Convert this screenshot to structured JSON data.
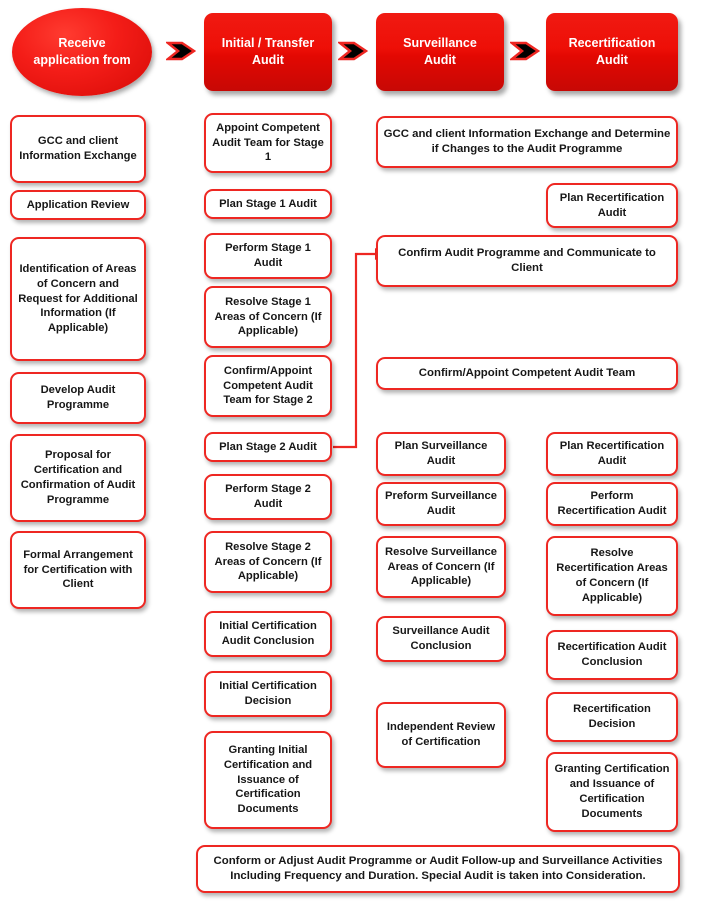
{
  "diagram": {
    "title": "Certification Audit Programme Flowchart",
    "accent_color": "#ee2722",
    "header_fill": "#ee0f07",
    "arrow_fill": "#000000",
    "arrow_stroke": "#ee2722",
    "box_text_color": "#171717",
    "header_text_color": "#ffffff"
  },
  "header": {
    "start": {
      "label": "Receive\napplication from",
      "line1": "Receive",
      "line2": "application from"
    },
    "stages": [
      {
        "name": "initial-transfer-audit",
        "line1": "Initial / Transfer",
        "line2": "Audit"
      },
      {
        "name": "surveillance-audit",
        "line1": "Surveillance",
        "line2": "Audit"
      },
      {
        "name": "recertification-audit",
        "line1": "Recertification",
        "line2": "Audit"
      }
    ],
    "arrow_icons": [
      "arrow-right-icon",
      "arrow-right-icon",
      "arrow-right-icon"
    ]
  },
  "columns": {
    "application": {
      "name": "application-column",
      "steps": [
        {
          "id": "gcc-client-information-exchange",
          "label": "GCC and client Information Exchange"
        },
        {
          "id": "application-review",
          "label": "Application Review"
        },
        {
          "id": "identification-areas-of-concern",
          "label": "Identification of Areas of Concern and Request for Additional Information (If Applicable)"
        },
        {
          "id": "develop-audit-programme",
          "label": "Develop Audit Programme"
        },
        {
          "id": "proposal-for-certification",
          "label": "Proposal for Certification and Confirmation of Audit Programme"
        },
        {
          "id": "formal-arrangement-for-certification",
          "label": "Formal Arrangement for Certification with Client"
        }
      ]
    },
    "initial_transfer": {
      "name": "initial-transfer-column",
      "steps": [
        {
          "id": "appoint-competent-audit-team-stage1",
          "label": "Appoint Competent Audit Team for Stage 1"
        },
        {
          "id": "plan-stage-1-audit",
          "label": "Plan Stage 1 Audit"
        },
        {
          "id": "perform-stage-1-audit",
          "label": "Perform Stage 1 Audit"
        },
        {
          "id": "resolve-stage-1-areas-of-concern",
          "label": "Resolve Stage 1 Areas of Concern (If Applicable)"
        },
        {
          "id": "confirm-appoint-competent-audit-team-stage2",
          "label": "Confirm/Appoint Competent Audit Team for Stage 2"
        },
        {
          "id": "plan-stage-2-audit",
          "label": "Plan Stage 2 Audit"
        },
        {
          "id": "perform-stage-2-audit",
          "label": "Perform Stage 2 Audit"
        },
        {
          "id": "resolve-stage-2-areas-of-concern",
          "label": "Resolve Stage 2 Areas of Concern (If Applicable)"
        },
        {
          "id": "initial-certification-audit-conclusion",
          "label": "Initial Certification Audit Conclusion"
        },
        {
          "id": "initial-certification-decision",
          "label": "Initial Certification Decision"
        },
        {
          "id": "granting-initial-certification",
          "label": "Granting Initial Certification and Issuance of Certification Documents"
        }
      ]
    },
    "shared": {
      "name": "shared-steps",
      "steps": [
        {
          "id": "gcc-client-info-exchange-changes",
          "label": "GCC and client Information Exchange and Determine if Changes to the Audit Programme"
        },
        {
          "id": "plan-recertification-audit-top",
          "label": "Plan Recertification Audit"
        },
        {
          "id": "confirm-audit-programme-communicate",
          "label": "Confirm Audit Programme and Communicate to Client"
        },
        {
          "id": "confirm-appoint-competent-audit-team",
          "label": "Confirm/Appoint Competent Audit Team"
        }
      ]
    },
    "surveillance": {
      "name": "surveillance-column",
      "steps": [
        {
          "id": "plan-surveillance-audit",
          "label": "Plan Surveillance Audit"
        },
        {
          "id": "preform-surveillance-audit",
          "label": "Preform Surveillance Audit"
        },
        {
          "id": "resolve-surveillance-areas-of-concern",
          "label": "Resolve Surveillance Areas of Concern (If Applicable)"
        },
        {
          "id": "surveillance-audit-conclusion",
          "label": "Surveillance Audit Conclusion"
        },
        {
          "id": "independent-review-of-certification",
          "label": "Independent Review of Certification"
        }
      ]
    },
    "recertification": {
      "name": "recertification-column",
      "steps": [
        {
          "id": "plan-recertification-audit",
          "label": "Plan Recertification Audit"
        },
        {
          "id": "perform-recertification-audit",
          "label": "Perform Recertification Audit"
        },
        {
          "id": "resolve-recertification-areas-of-concern",
          "label": "Resolve Recertification Areas of Concern (If Applicable)"
        },
        {
          "id": "recertification-audit-conclusion",
          "label": "Recertification Audit Conclusion"
        },
        {
          "id": "recertification-decision",
          "label": "Recertification Decision"
        },
        {
          "id": "granting-certification-issuance",
          "label": "Granting Certification and Issuance of Certification Documents"
        }
      ]
    }
  },
  "footer": {
    "name": "footer-note",
    "label": "Conform or Adjust Audit Programme or Audit Follow-up and Surveillance Activities Including Frequency and Duration. Special Audit is taken into Consideration."
  }
}
